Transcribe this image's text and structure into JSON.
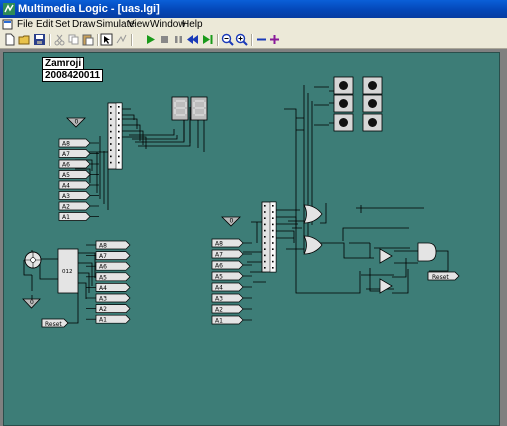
{
  "window": {
    "title": "Multimedia Logic - [uas.lgi]"
  },
  "menu": [
    "File",
    "Edit",
    "Set",
    "Draw",
    "Simulate",
    "View",
    "Window",
    "Help"
  ],
  "toolbar": [
    "new",
    "open",
    "save",
    "cut",
    "copy",
    "paste",
    "select",
    "wire",
    "run",
    "stop",
    "pause",
    "step-back",
    "step-forward",
    "zoom-out",
    "zoom-in",
    "minus",
    "plus"
  ],
  "notes": {
    "name": "Zamroji",
    "id": "2008420011"
  },
  "canvas": {
    "const_zero": "0",
    "inputs": [
      "A8",
      "A7",
      "A6",
      "A5",
      "A4",
      "A3",
      "A2",
      "A1"
    ],
    "outputs": [
      "A8",
      "A7",
      "A6",
      "A5",
      "A4",
      "A3",
      "A2",
      "A1"
    ],
    "counter_label": "012",
    "reset_label": "Reset"
  },
  "colors": {
    "canvas_bg": "#3d7d77",
    "wire": "#000000",
    "titlebar": "#0a5fd8"
  }
}
